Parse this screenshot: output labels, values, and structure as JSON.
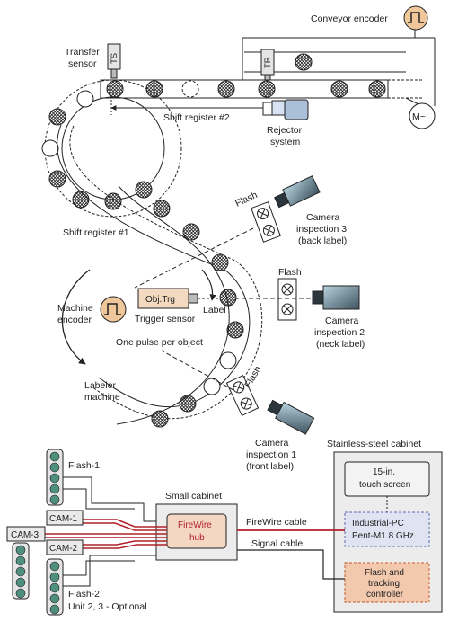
{
  "labels": {
    "conveyor_encoder": "Conveyor encoder",
    "transfer_sensor_1": "Transfer",
    "transfer_sensor_2": "sensor",
    "ts": "TS",
    "tr": "TR",
    "shift_register_2": "Shift register #2",
    "rejector_1": "Rejector",
    "rejector_2": "system",
    "motor": "M~",
    "shift_register_1": "Shift register #1",
    "flash_top": "Flash",
    "camera3_1": "Camera",
    "camera3_2": "inspection 3",
    "camera3_3": "(back label)",
    "flash_mid": "Flash",
    "camera2_1": "Camera",
    "camera2_2": "inspection 2",
    "camera2_3": "(neck label)",
    "machine_encoder_1": "Machine",
    "machine_encoder_2": "encoder",
    "obj_trg": "Obj.Trg",
    "trigger_sensor": "Trigger sensor",
    "label": "Label",
    "one_pulse": "One pulse per object",
    "labeler_1": "Labeler",
    "labeler_2": "machine",
    "flash_bottom": "Flash",
    "camera1_1": "Camera",
    "camera1_2": "inspection 1",
    "camera1_3": "(front label)",
    "stainless_cabinet": "Stainless-steel cabinet",
    "touch_1": "15-in.",
    "touch_2": "touch screen",
    "pc_1": "Industrial-PC",
    "pc_2": "Pent-M1.8 GHz",
    "controller_1": "Flash and",
    "controller_2": "tracking",
    "controller_3": "controller",
    "small_cabinet": "Small cabinet",
    "firewire_hub_1": "FireWire",
    "firewire_hub_2": "hub",
    "firewire_cable": "FireWire cable",
    "signal_cable": "Signal cable",
    "flash_1": "Flash-1",
    "flash_2": "Flash-2",
    "cam_1": "CAM-1",
    "cam_2": "CAM-2",
    "cam_3": "CAM-3",
    "optional": "Unit 2, 3 - Optional"
  },
  "colors": {
    "cable_red": "#b0202a",
    "box_fill": "#e9e9e9",
    "flash_led": "#4f8f7d",
    "hub_fill": "#f4d7c3",
    "hub_text": "#b0202a",
    "pc_fill": "#dfe3f2",
    "controller_fill": "#f2c9ad",
    "cabinet_fill": "#ececec",
    "camera_dark": "#37474f",
    "camera_light": "#8fb5c8"
  }
}
